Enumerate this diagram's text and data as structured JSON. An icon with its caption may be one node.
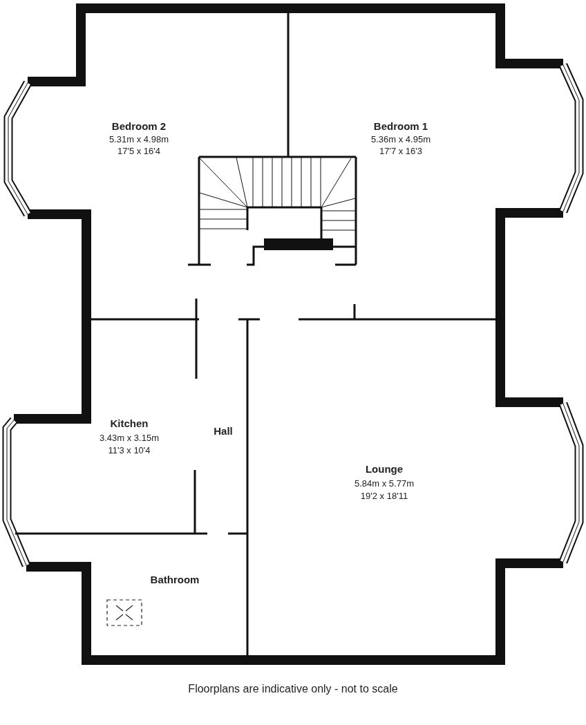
{
  "diagram": {
    "labels": [
      "Bedroom 2",
      "5.31m x 4.98m",
      "17'5 x 16'4",
      "Bedroom 1",
      "5.36m x 4.95m",
      "17'7 x 16'3",
      "Kitchen",
      "3.43m x 3.15m",
      "11'3 x 10'4",
      "Hall",
      "Lounge",
      "5.84m x 5.77m",
      "19'2 x 18'11",
      "Bathroom",
      "Floorplans are indicative only - not to scale"
    ]
  }
}
